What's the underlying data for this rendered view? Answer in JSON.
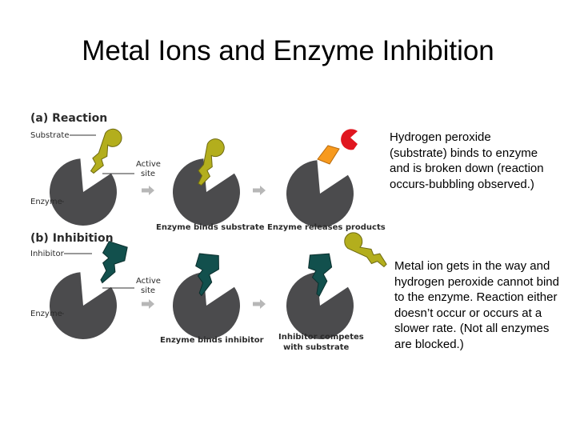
{
  "title": "Metal Ions and Enzyme Inhibition",
  "diagram": {
    "reaction": {
      "heading": "(a) Reaction",
      "label_substrate": "Substrate",
      "label_active_site": [
        "Active",
        "site"
      ],
      "label_enzyme": "Enzyme",
      "step1_caption": "Enzyme binds substrate",
      "step2_caption": "Enzyme releases products"
    },
    "inhibition": {
      "heading": "(b) Inhibition",
      "label_inhibitor": "Inhibitor",
      "label_active_site": [
        "Active",
        "site"
      ],
      "label_enzyme": "Enzyme",
      "step1_caption": "Enzyme binds inhibitor",
      "step2_caption": [
        "Inhibitor competes",
        "with substrate"
      ]
    }
  },
  "captions": {
    "reaction": "Hydrogen peroxide (substrate) binds to enzyme and is broken down (reaction occurs-bubbling observed.)",
    "inhibition": "Metal ion gets in the way and hydrogen peroxide cannot bind to the enzyme.  Reaction either doesn’t occur or occurs at a slower rate.  (Not all enzymes are blocked.)"
  },
  "colors": {
    "enzyme": "#4b4b4d",
    "substrate": "#b3ae1d",
    "inhibitor": "#12504d",
    "product_red": "#e0161f",
    "product_orange": "#f79a1e",
    "arrow": "#b7b7b7"
  }
}
